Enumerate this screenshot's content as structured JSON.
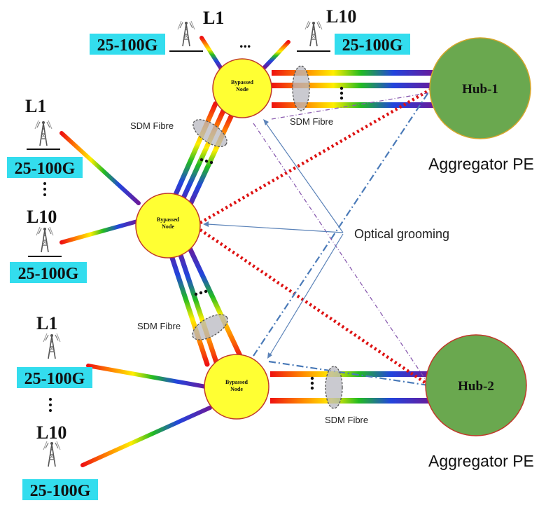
{
  "nodes": {
    "bypassed_top": "Bypassed Node",
    "bypassed_mid": "Bypassed Node",
    "bypassed_bottom": "Bypassed Node",
    "hub1": "Hub-1",
    "hub2": "Hub-2"
  },
  "labels": {
    "aggregator_top": "Aggregator PE",
    "aggregator_bottom": "Aggregator PE",
    "optical_grooming": "Optical grooming",
    "sdm_fibre_1": "SDM Fibre",
    "sdm_fibre_2": "SDM Fibre",
    "sdm_fibre_3": "SDM Fibre",
    "sdm_fibre_4": "SDM Fibre"
  },
  "sites": {
    "top_l1": "L1",
    "top_l10": "L10",
    "mid_l1": "L1",
    "mid_l10": "L10",
    "bot_l1": "L1",
    "bot_l10": "L10"
  },
  "rates": {
    "top_l1": "25-100G",
    "top_l10": "25-100G",
    "mid_l1": "25-100G",
    "mid_l10": "25-100G",
    "bot_l1": "25-100G",
    "bot_l10": "25-100G"
  },
  "ellipsis": {
    "top": "...",
    "mid": ":",
    "bot": ":"
  },
  "colors": {
    "hub_fill": "#6aa84f",
    "hub1_stroke": "#d6a62b",
    "hub2_stroke": "#c0392b",
    "node_fill": "#ffff33",
    "node_stroke": "#c0392b",
    "rate_bg": "#33ddee",
    "dotted_red": "#dd1111",
    "grooming_blue": "#4a7ab8",
    "dashdot_purple": "#8a5cb0"
  },
  "icons": {
    "antenna": "cell-tower-icon"
  }
}
